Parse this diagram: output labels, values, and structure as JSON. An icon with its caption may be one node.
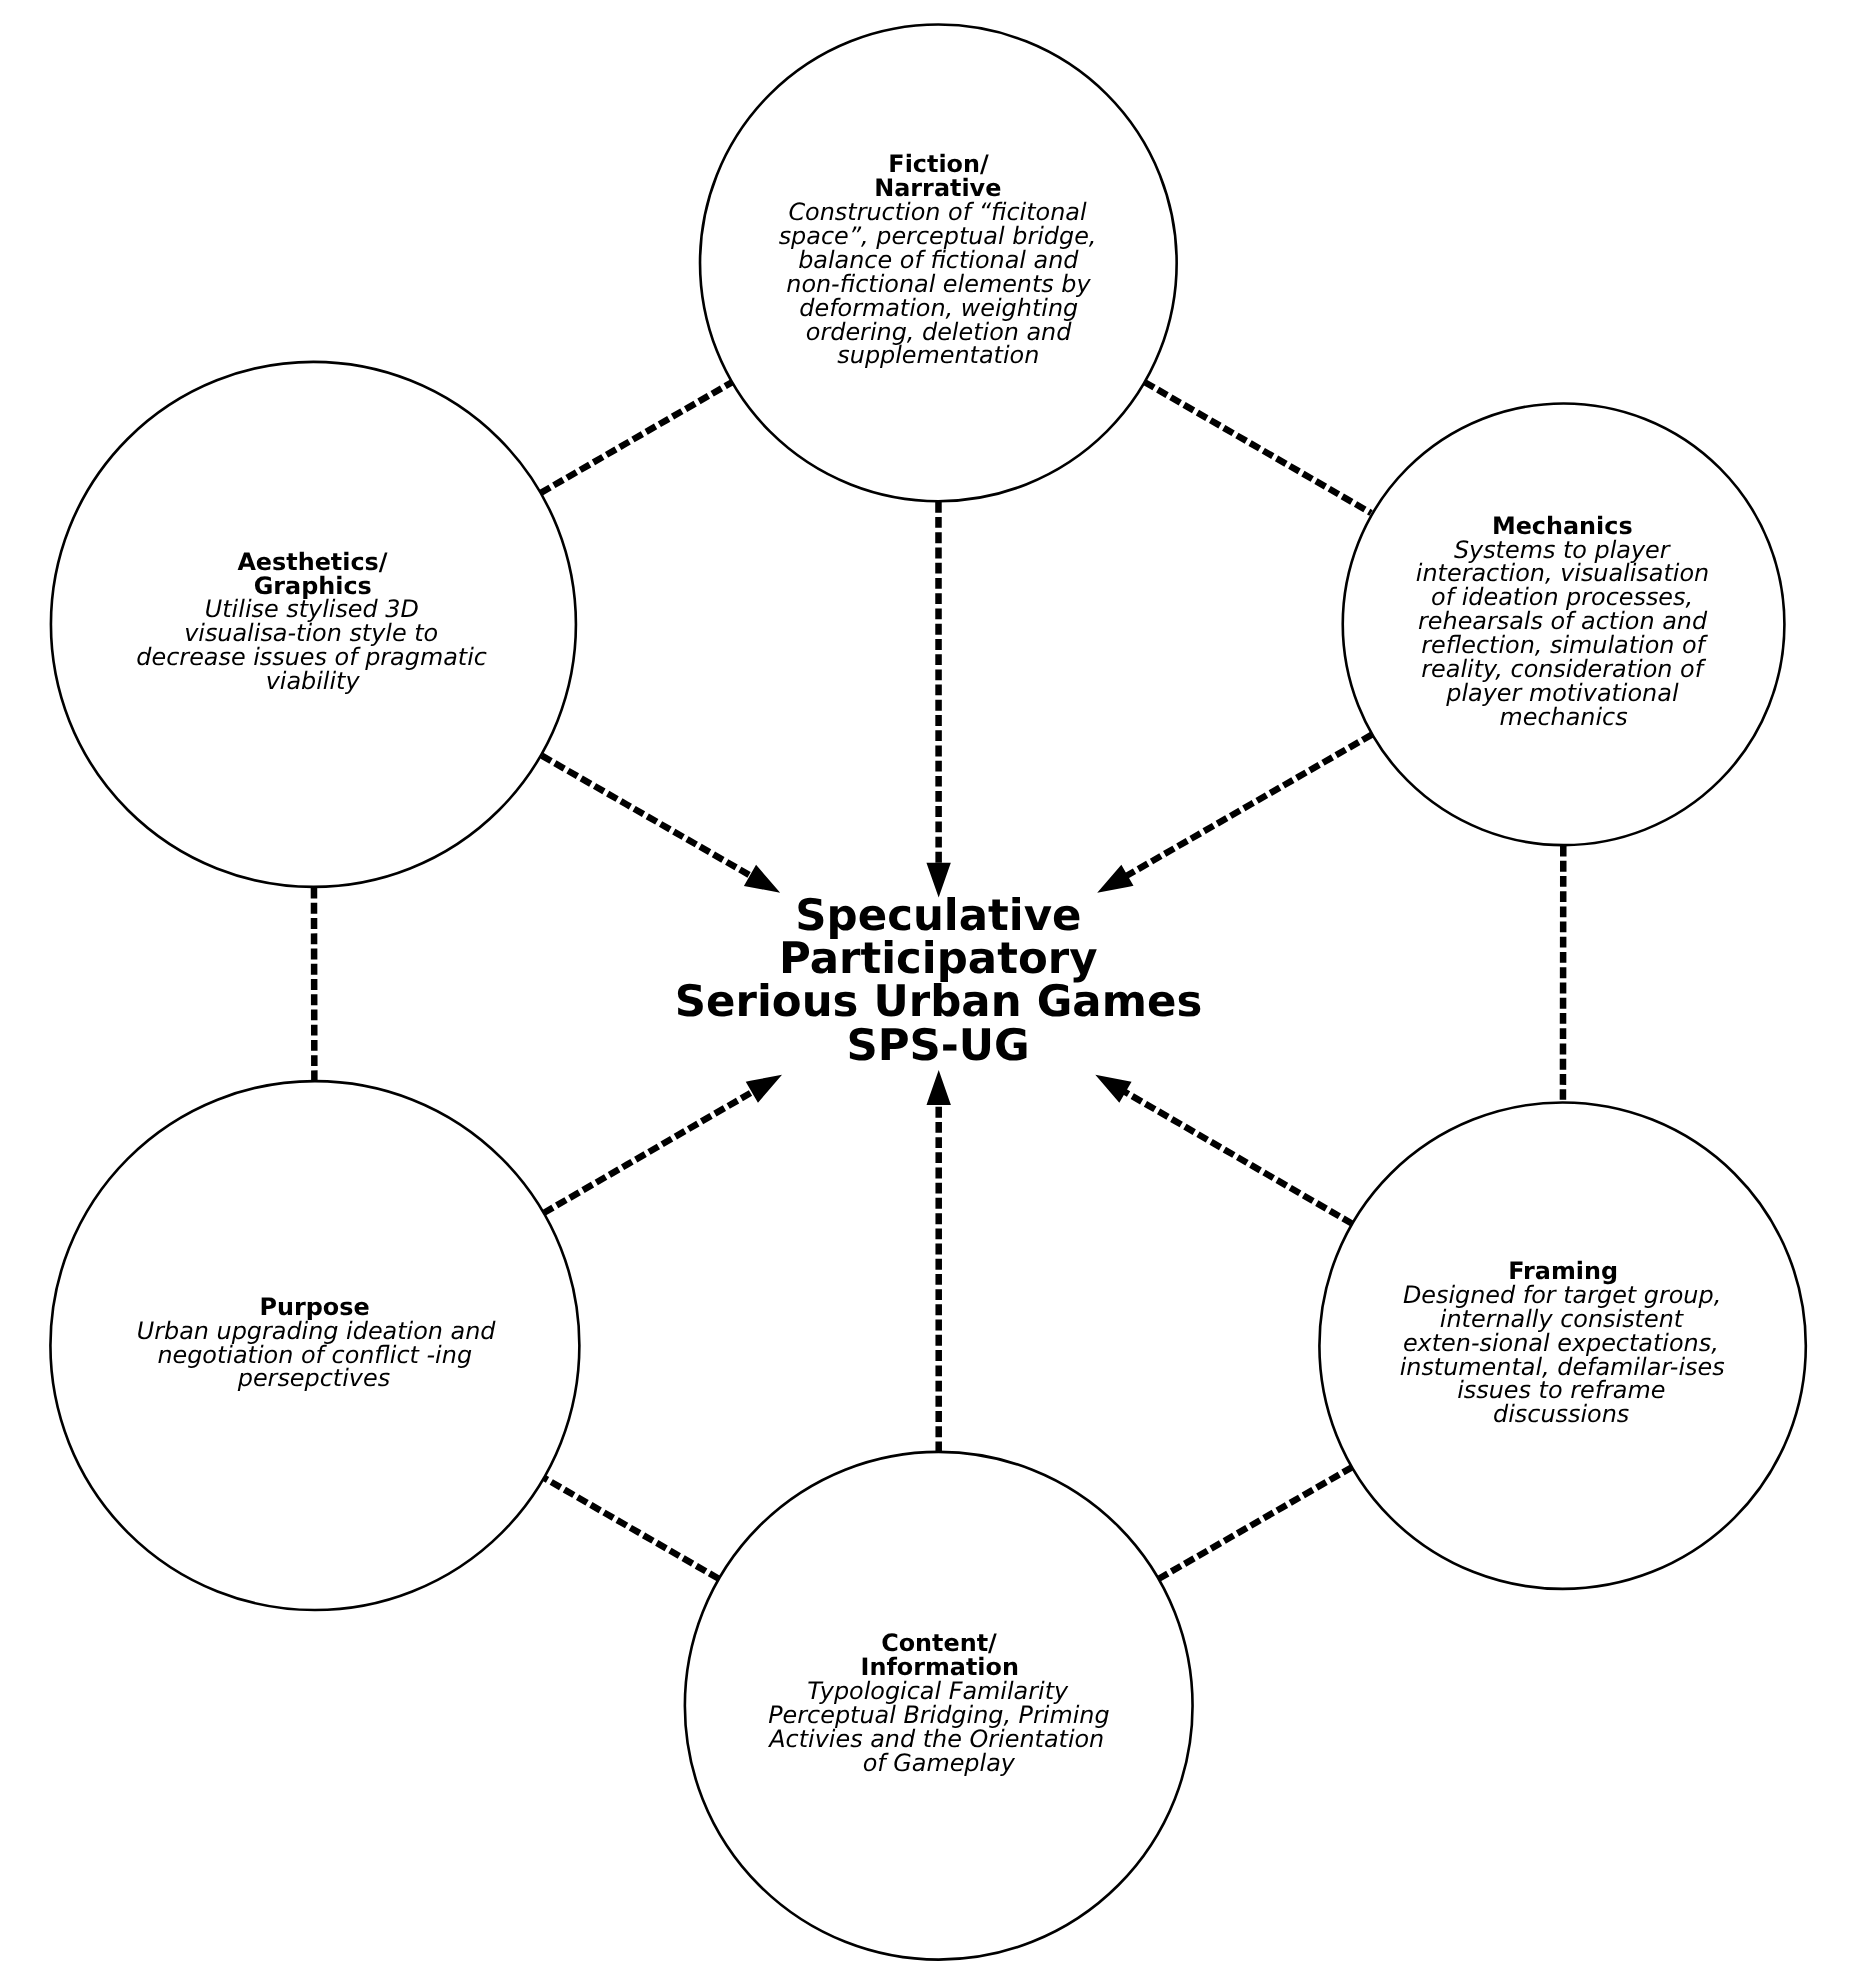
{
  "diagram": {
    "nodes": [
      {
        "text": [
          "Mechanics",
          "Systems to player interaction, visualisation of ideation processes, rehearsals of action and reflection, simulation of reality, consideration of player motivational mechanics"
        ]
      },
      {
        "text": [
          "Fiction/ Narrative",
          "Construction of “ficitonal space”, perceptual bridge, balance of fictional and non-fictional elements by deformation, weighting ordering, deletion and supplementation"
        ]
      },
      {
        "text": [
          "Framing",
          "Designed for target group, internally consistent exten-sional expectations, instumental, defamilar-ises issues to reframe discussions"
        ]
      },
      {
        "text": [
          "Speculative Participatory Serious Urban Games",
          "SPS-UG"
        ]
      },
      {
        "text": [
          "Aesthetics/ Graphics",
          "Utilise stylised 3D visualisa-tion style to decrease issues of pragmatic viability"
        ]
      },
      {
        "text": [
          "Content/ Information",
          "Typological Familarity Perceptual Bridging, Priming Activies and the Orientation of Gameplay"
        ]
      },
      {
        "text": [
          "Purpose",
          "Urban upgrading ideation and negotiation of conflict -ing persepctives"
        ]
      }
    ],
    "edges": [
      {
        "from": 0,
        "to": 3,
        "arrow": "to",
        "style": "dashed"
      },
      {
        "from": 1,
        "to": 3,
        "arrow": "to",
        "style": "dashed"
      },
      {
        "from": 2,
        "to": 3,
        "arrow": "to",
        "style": "dashed"
      },
      {
        "from": 4,
        "to": 3,
        "arrow": "to",
        "style": "dashed"
      },
      {
        "from": 5,
        "to": 3,
        "arrow": "to",
        "style": "dashed"
      },
      {
        "from": 6,
        "to": 3,
        "arrow": "to",
        "style": "dashed"
      },
      {
        "from": 0,
        "to": 2,
        "arrow": "none",
        "style": "dashed"
      },
      {
        "from": 2,
        "to": 5,
        "arrow": "none",
        "style": "dashed"
      },
      {
        "from": 5,
        "to": 6,
        "arrow": "none",
        "style": "dashed"
      },
      {
        "from": 6,
        "to": 4,
        "arrow": "none",
        "style": "dashed"
      },
      {
        "from": 4,
        "to": 1,
        "arrow": "none",
        "style": "dashed"
      },
      {
        "from": 1,
        "to": 0,
        "arrow": "none",
        "style": "dashed"
      }
    ]
  }
}
